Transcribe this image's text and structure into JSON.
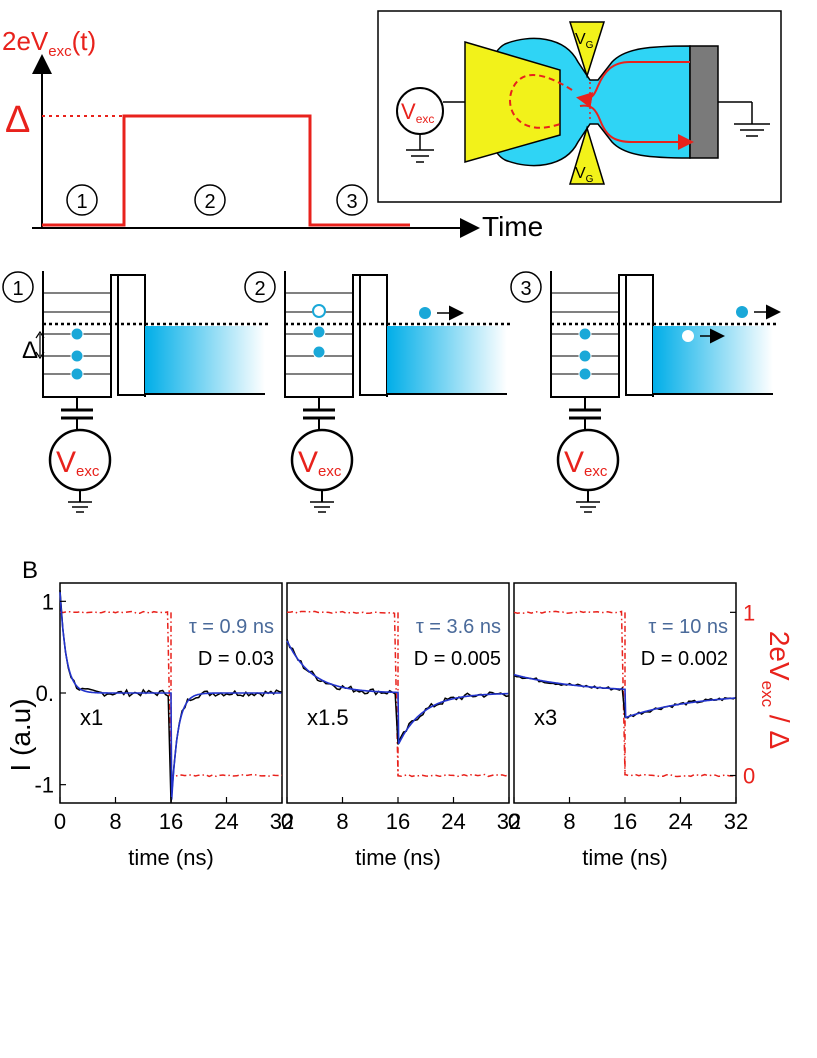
{
  "colors": {
    "red": "#e8221c",
    "cyan": "#2fd4f5",
    "dot": "#1aa8d8",
    "yellow": "#f2f21a",
    "gray": "#7a7a7a",
    "blue": "#2233cc",
    "tau_text": "#4a6a9a"
  },
  "pulse": {
    "ylabel_main": "2eV",
    "ylabel_sub": "exc",
    "ylabel_tail": "(t)",
    "delta": "Δ",
    "xlabel": "Time",
    "steps": [
      "1",
      "2",
      "3"
    ]
  },
  "device": {
    "vexc_main": "V",
    "vexc_sub": "exc",
    "vg_main": "V",
    "vg_sub": "G"
  },
  "levels": {
    "labels": [
      "1",
      "2",
      "3"
    ],
    "delta": "Δ",
    "vexc_main": "V",
    "vexc_sub": "exc",
    "dots_cfg": [
      {
        "filled": [
          0,
          1,
          2
        ],
        "hollow": [],
        "out_dot": false,
        "hole": false
      },
      {
        "filled": [
          1,
          2
        ],
        "hollow": [
          0
        ],
        "out_dot": true,
        "hole": false
      },
      {
        "filled": [
          0,
          1,
          2
        ],
        "hollow": [],
        "out_dot": true,
        "hole": true
      }
    ]
  },
  "panel_b": {
    "label": "B",
    "ylabel": "I (a.u)",
    "right_label_main": "2eV",
    "right_label_sub": "exc",
    "right_label_tail": " / Δ",
    "left_ticks": [
      "1",
      "0.",
      "-1"
    ],
    "right_ticks": [
      "1",
      "0"
    ],
    "x_ticks": [
      "0",
      "8",
      "16",
      "24",
      "32"
    ],
    "xlabel": "time (ns)",
    "panels": [
      {
        "tau": "τ = 0.9 ns",
        "D": "D = 0.03",
        "mult": "x1"
      },
      {
        "tau": "τ = 3.6 ns",
        "D": "D = 0.005",
        "mult": "x1.5"
      },
      {
        "tau": "τ = 10 ns",
        "D": "D = 0.002",
        "mult": "x3"
      }
    ]
  },
  "chart_data": {
    "type": "line",
    "title": "",
    "xlabel": "time (ns)",
    "ylabel": "I (a.u)",
    "xlim": [
      0,
      32
    ],
    "ylim": [
      -1.2,
      1.2
    ],
    "panels": [
      {
        "tau_ns": 0.9,
        "amp": 1.1,
        "neg_amp": 1.3,
        "noise": 0.035
      },
      {
        "tau_ns": 3.6,
        "amp": 0.57,
        "neg_amp": 0.57,
        "noise": 0.035
      },
      {
        "tau_ns": 10,
        "amp": 0.2,
        "neg_amp": 0.27,
        "noise": 0.02
      }
    ],
    "excitation": {
      "high_until_ns": 16,
      "high": 1,
      "low": 0
    }
  }
}
